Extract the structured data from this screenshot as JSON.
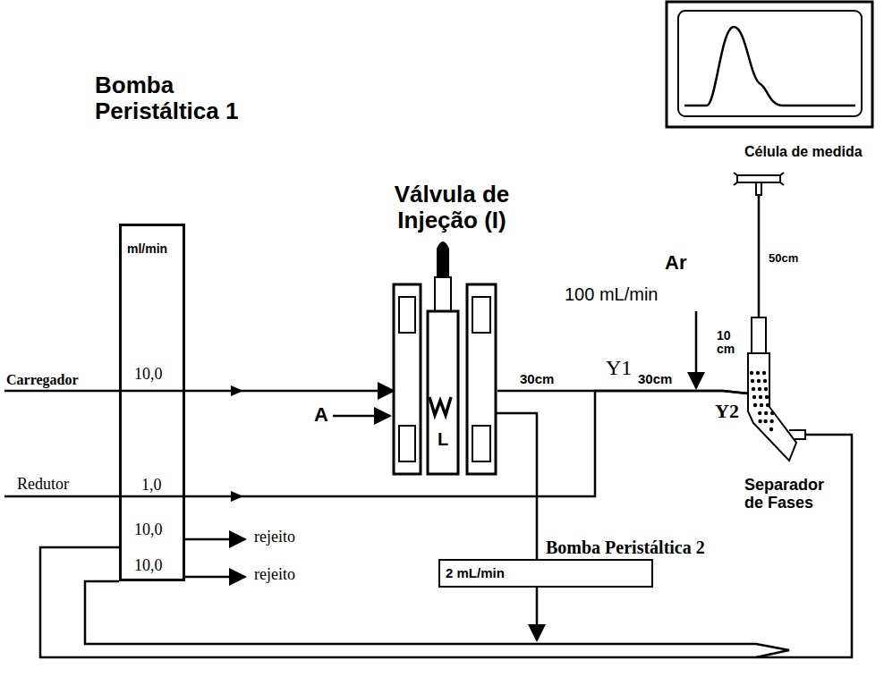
{
  "diagram": {
    "nodes": [
      {
        "text": [
          "Bomba Peristáltica 1",
          "ml/min",
          "10,0",
          "1,0",
          "10,0",
          "10,0"
        ]
      },
      {
        "text": [
          "Válvula de Injeção (I)",
          "L"
        ]
      },
      {
        "text": [
          "Célula de medida"
        ]
      },
      {
        "text": [
          "Separador de Fases"
        ]
      },
      {
        "text": [
          "Bomba Peristáltica 2",
          "2 mL/min"
        ]
      }
    ],
    "edges": [
      {
        "from": 0,
        "to": 1,
        "arrow": "to"
      },
      {
        "from": 1,
        "to": 3,
        "arrow": "none"
      },
      {
        "from": 0,
        "to": 3,
        "arrow": "none"
      },
      {
        "from": 3,
        "to": 2,
        "arrow": "none"
      },
      {
        "from": 1,
        "to": 4,
        "arrow": "none"
      },
      {
        "from": 3,
        "to": 0,
        "arrow": "none"
      }
    ],
    "labels": [
      "Carregador",
      "Redutor",
      "rejeito",
      "rejeito",
      "A",
      "30cm",
      "Y1",
      "30cm",
      "Ar",
      "100 mL/min",
      "10 cm",
      "Y2",
      "50cm"
    ]
  }
}
